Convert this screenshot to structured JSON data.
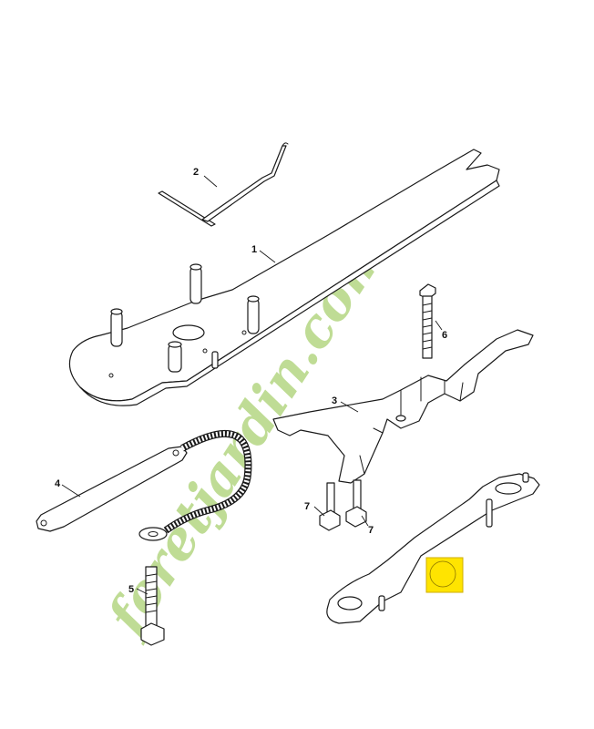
{
  "watermark": {
    "text": "foretjardin.com",
    "color_main": "#b9d98a",
    "color_dot": "#f0a23c",
    "color_end": "#c7c2b0"
  },
  "callouts": [
    "1",
    "2",
    "3",
    "4",
    "5",
    "6",
    "7",
    "7"
  ],
  "highlight": {
    "color": "#ffe400",
    "border": "#cfae00"
  }
}
